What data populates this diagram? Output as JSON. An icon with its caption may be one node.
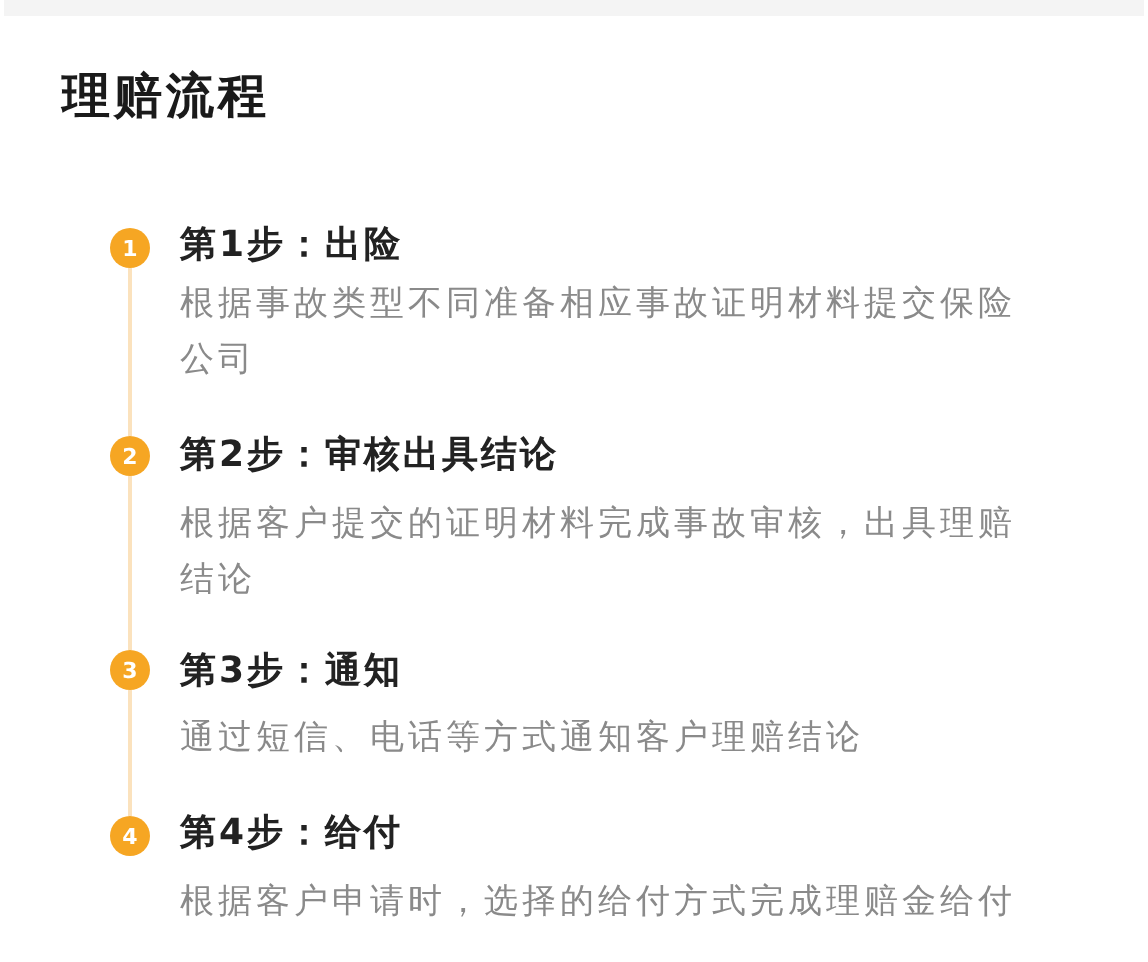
{
  "diagram": {
    "title": "理赔流程",
    "nodes": [
      {
        "text": [
          "1"
        ],
        "beside": [
          "第1步：出险",
          "根据事故类型不同准备相应事故证明材料提交保险公司"
        ]
      },
      {
        "text": [
          "2"
        ],
        "beside": [
          "第2步：审核出具结论",
          "根据客户提交的证明材料完成事故审核，出具理赔结论"
        ]
      },
      {
        "text": [
          "3"
        ],
        "beside": [
          "第3步：通知",
          "通过短信、电话等方式通知客户理赔结论"
        ]
      },
      {
        "text": [
          "4"
        ],
        "beside": [
          "第4步：给付",
          "根据客户申请时，选择的给付方式完成理赔金给付"
        ]
      }
    ],
    "edges": [
      {
        "from": 0,
        "to": 1,
        "arrow": "none"
      },
      {
        "from": 1,
        "to": 2,
        "arrow": "none"
      },
      {
        "from": 2,
        "to": 3,
        "arrow": "none"
      }
    ]
  }
}
